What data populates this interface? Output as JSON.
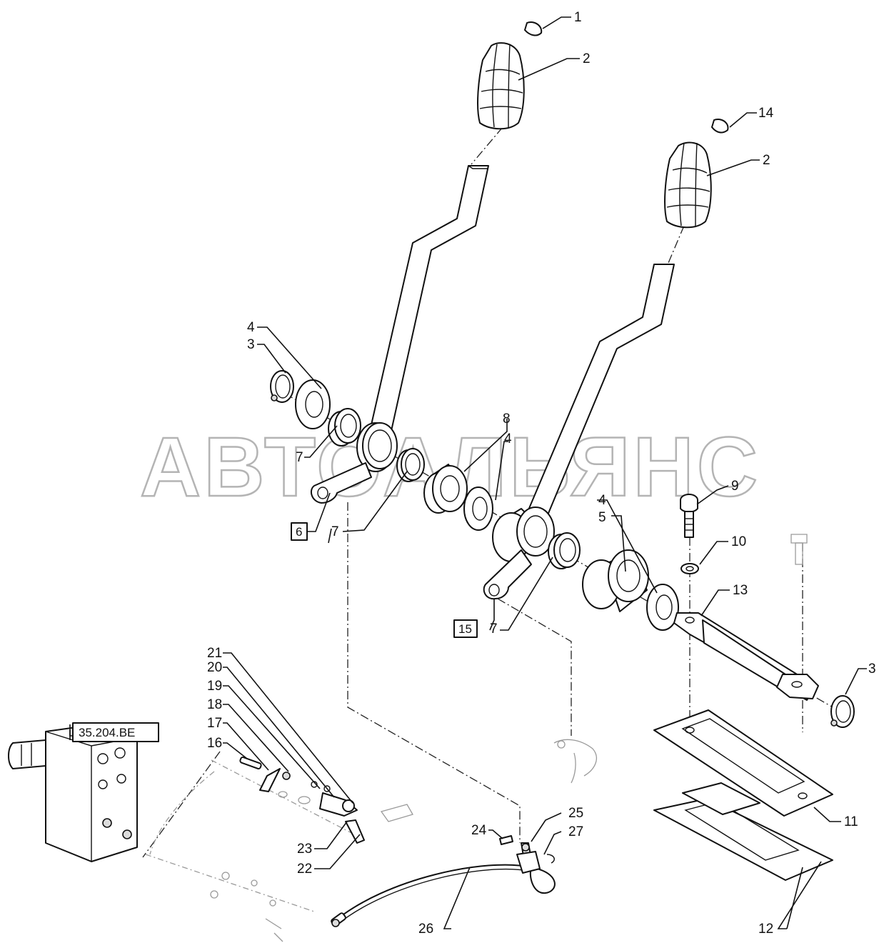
{
  "watermark": "АВТОАЛЬЯНС",
  "callouts": {
    "c1": "1",
    "c2a": "2",
    "c14": "14",
    "c2b": "2",
    "c4a": "4",
    "c3a": "3",
    "c8": "8",
    "c4b": "4",
    "c7a": "7",
    "c6": "6",
    "c7b": "7",
    "c9": "9",
    "c4c": "4",
    "c5": "5",
    "c10": "10",
    "c13": "13",
    "c15": "15",
    "c7c": "7",
    "c3b": "3",
    "c21": "21",
    "c20": "20",
    "c19": "19",
    "c18": "18",
    "c17": "17",
    "c16": "16",
    "ref": "35.204.BE",
    "c24": "24",
    "c25": "25",
    "c27": "27",
    "c23": "23",
    "c22": "22",
    "c11": "11",
    "c26": "26",
    "c12": "12"
  }
}
